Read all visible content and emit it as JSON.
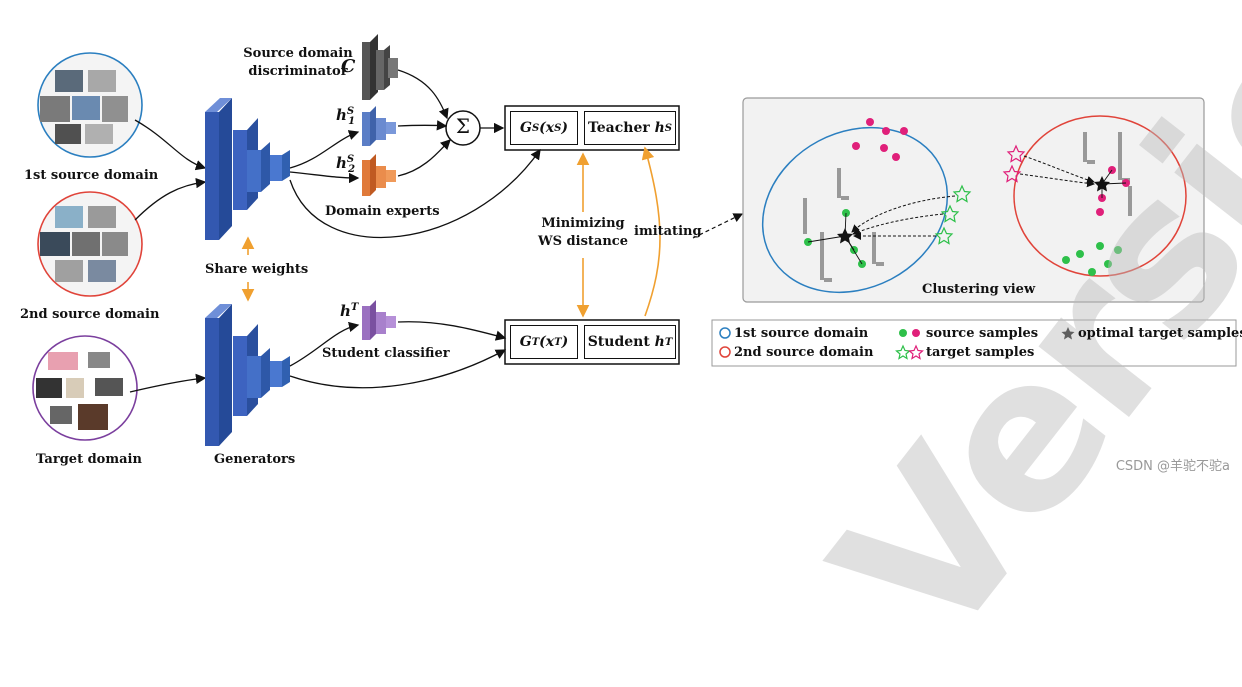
{
  "labels": {
    "source1": "1st source domain",
    "source2": "2nd source domain",
    "target": "Target domain",
    "generators": "Generators",
    "share_weights": "Share weights",
    "discriminator_line1": "Source domain",
    "discriminator_line2": "discriminator",
    "discriminator_symbol": "C",
    "domain_experts": "Domain experts",
    "student_classifier": "Student classifier",
    "minimizing_line1": "Minimizing",
    "minimizing_line2": "WS distance",
    "imitating": "imitating",
    "clustering_view": "Clustering view",
    "sum_symbol": "Σ",
    "teacher": "Teacher",
    "student": "Student"
  },
  "math": {
    "h1": "h",
    "h1_sup": "S",
    "h1_sub": "1",
    "h2": "h",
    "h2_sup": "S",
    "h2_sub": "2",
    "hT": "h",
    "hT_sup": "T",
    "gs": "G",
    "gs_sup": "S",
    "gs_arg": "(x",
    "gs_arg_sup": "S",
    "gs_close": ")",
    "gt": "G",
    "gt_sup": "T",
    "gt_arg": "(x",
    "gt_arg_sup": "T",
    "gt_close": ")",
    "teacher_h": "h",
    "teacher_sup": "S",
    "student_h": "h",
    "student_sup": "T"
  },
  "legend": {
    "src1": "1st source domain",
    "src2": "2nd source domain",
    "source_samples": "source samples",
    "target_samples": "target samples",
    "optimal": "optimal target samples"
  },
  "watermark": "Version",
  "credit": "CSDN @羊驼不驼a",
  "colors": {
    "blue_domain": "#2b7fc0",
    "red_domain": "#e0443a",
    "purple_domain": "#7b3f9e",
    "generator": "#3358b0",
    "expert1": "#5b7ec6",
    "expert2": "#e07a3a",
    "student_clf": "#9a70c0",
    "discriminator": "#444444",
    "arrow_orange": "#f0a030",
    "source_green": "#2ec04a",
    "source_magenta": "#e0207a",
    "target_green": "#2ec04a",
    "target_magenta": "#e0207a"
  }
}
